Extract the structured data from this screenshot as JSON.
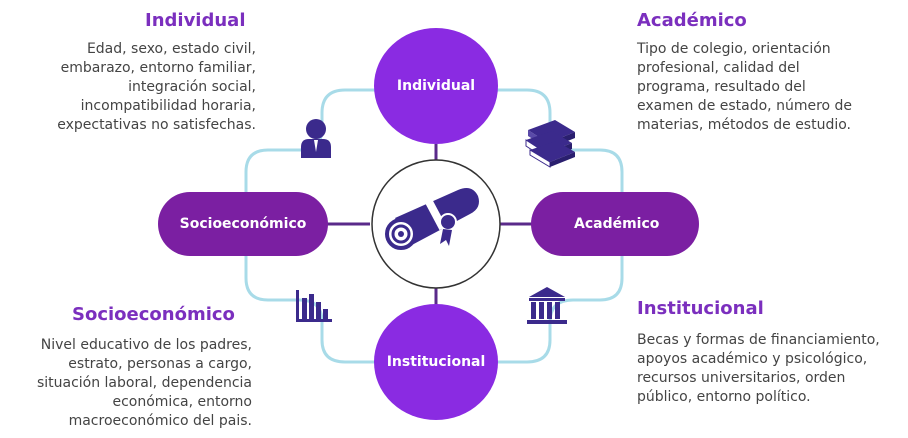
{
  "colors": {
    "node_fill": "#8a2be2",
    "node_fill_dark": "#7b1fa2",
    "connector_light": "#a8dbe8",
    "connector_dark": "#5a2a8a",
    "heading": "#7b2fbe",
    "icon": "#3b2a8c"
  },
  "nodes": {
    "individual": "Individual",
    "academico": "Académico",
    "institucional": "Institucional",
    "socioeconomico": "Socioeconómico"
  },
  "sections": {
    "individual": {
      "title": "Individual",
      "lines": [
        "Edad, sexo, estado civil,",
        "embarazo, entorno familiar,",
        "integración social,",
        "incompatibilidad horaria,",
        "expectativas no satisfechas."
      ]
    },
    "academico": {
      "title": "Académico",
      "lines": [
        "Tipo de colegio, orientación",
        "profesional, calidad del",
        "programa, resultado del",
        "examen de estado, número de",
        "materias, métodos de estudio."
      ]
    },
    "socioeconomico": {
      "title": "Socioeconómico",
      "lines": [
        "Nivel educativo de los padres,",
        "estrato, personas a cargo,",
        "situación laboral, dependencia",
        "económica, entorno",
        "macroeconómico del pais."
      ]
    },
    "institucional": {
      "title": "Institucional",
      "lines": [
        "Becas y formas de financiamiento,",
        "apoyos académico y psicológico,",
        "recursos universitarios, orden",
        "público, entorno político."
      ]
    }
  },
  "icons": {
    "center": "diploma-icon",
    "individual": "person-icon",
    "academico": "books-icon",
    "socioeconomico": "bar-chart-icon",
    "institucional": "bank-icon"
  }
}
